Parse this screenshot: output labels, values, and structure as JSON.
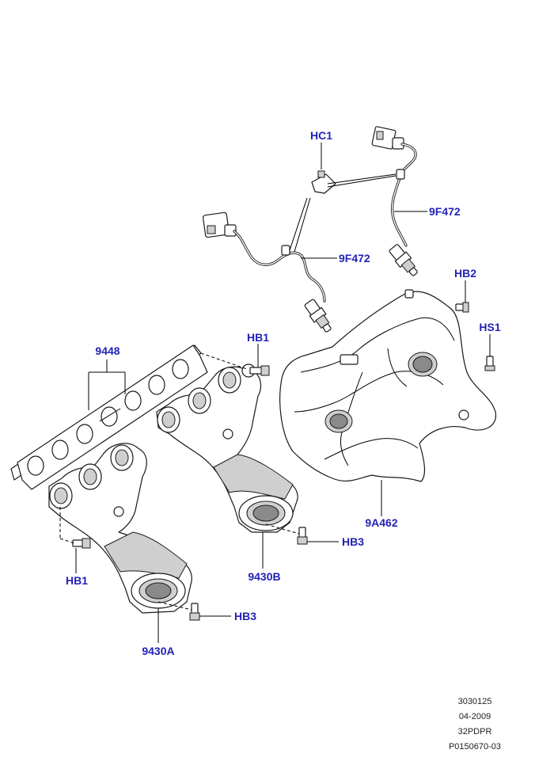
{
  "labels": {
    "hc1": "HC1",
    "sensor_upper": "9F472",
    "sensor_lower": "9F472",
    "hb2": "HB2",
    "hs1": "HS1",
    "hb1_upper": "HB1",
    "gasket": "9448",
    "heat_shield": "9A462",
    "hb3_upper": "HB3",
    "manifold_b": "9430B",
    "hb1_lower": "HB1",
    "hb3_lower": "HB3",
    "manifold_a": "9430A"
  },
  "reference": {
    "line1": "3030125",
    "line2": "04-2009",
    "line3": "32PDPR",
    "line4": "P0150670-03"
  },
  "colors": {
    "label": "#2323b4",
    "line": "#000000"
  }
}
